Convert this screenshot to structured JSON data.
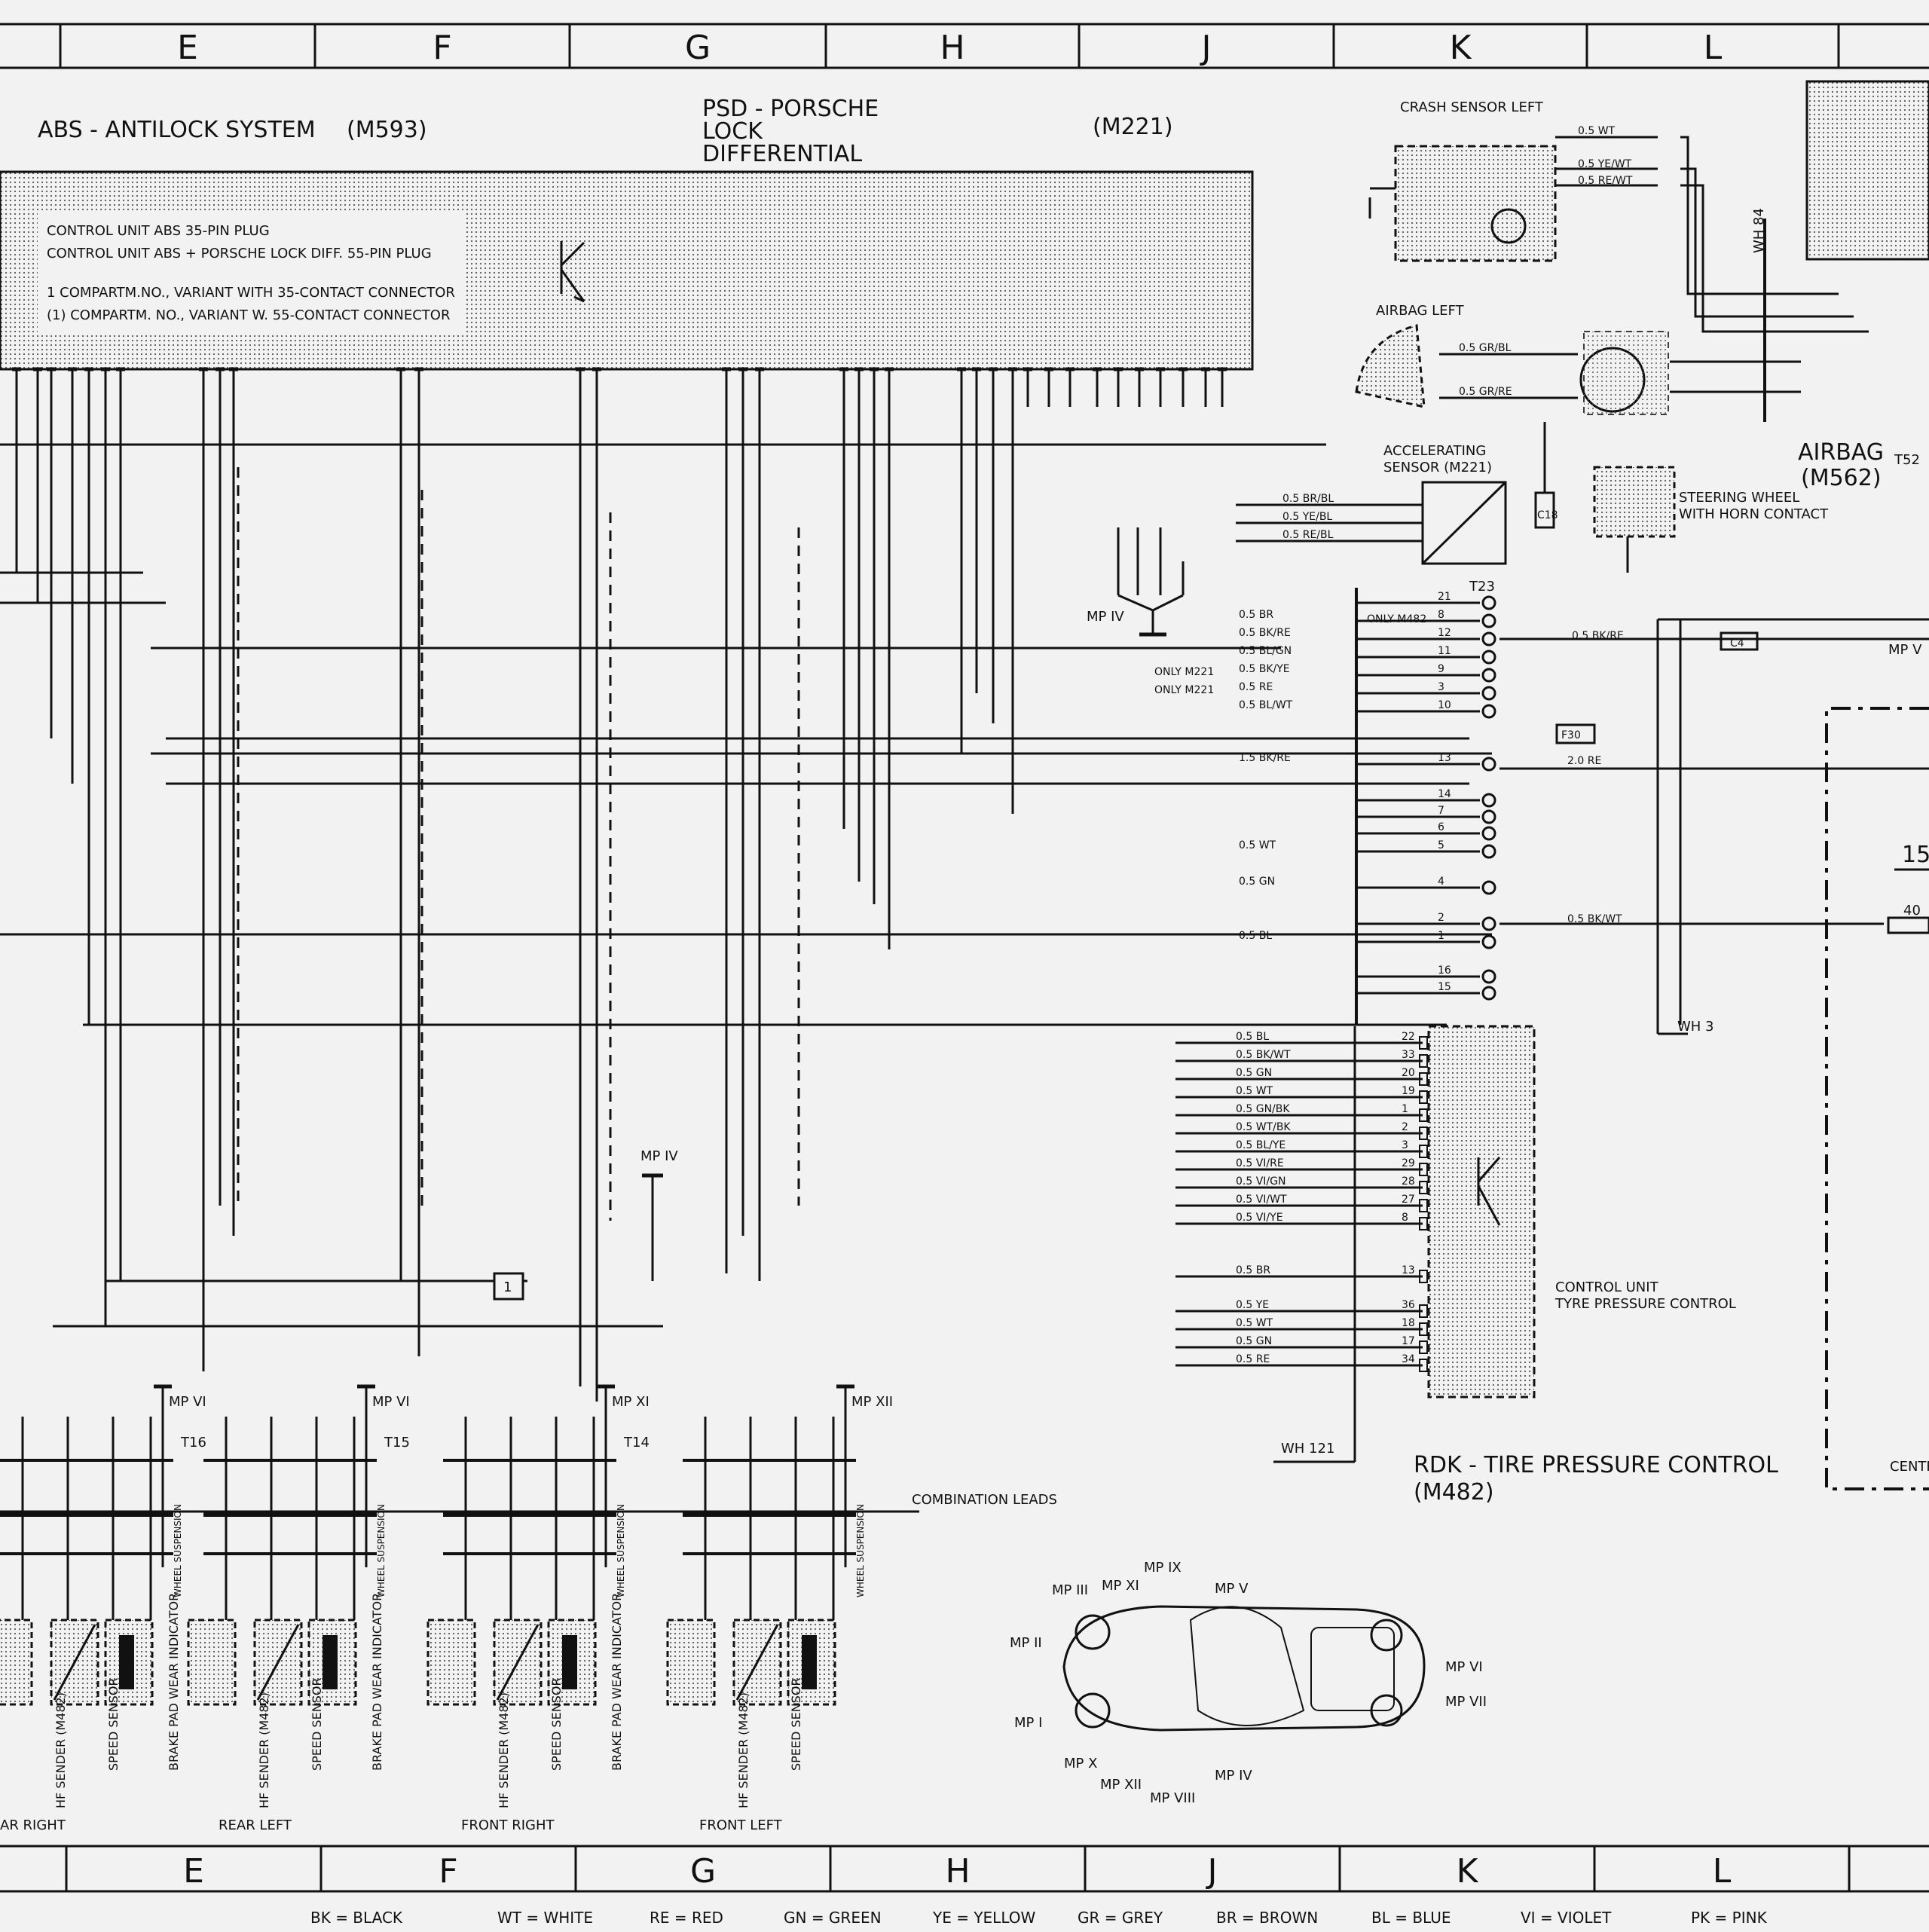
{
  "grid_columns": [
    "E",
    "F",
    "G",
    "H",
    "J",
    "K",
    "L"
  ],
  "titles": {
    "abs": "ABS - ANTILOCK SYSTEM",
    "abs_code": "(M593)",
    "psd_line1": "PSD - PORSCHE",
    "psd_line2": "LOCK",
    "psd_line3": "DIFFERENTIAL",
    "psd_code": "(M221)",
    "rdk_line1": "RDK - TIRE PRESSURE CONTROL",
    "rdk_line2": "(M482)",
    "airbag_line1": "AIRBAG",
    "airbag_line2": "(M562)"
  },
  "control_unit_notes": [
    "CONTROL UNIT ABS          35-PIN PLUG",
    "CONTROL UNIT ABS + PORSCHE LOCK DIFF. 55-PIN PLUG",
    "1 COMPARTM.NO., VARIANT WITH 35-CONTACT CONNECTOR",
    "(1) COMPARTM. NO., VARIANT W. 55-CONTACT CONNECTOR"
  ],
  "component_labels": {
    "crash_sensor": "CRASH SENSOR LEFT",
    "airbag_left": "AIRBAG LEFT",
    "accel_sensor_1": "ACCELERATING",
    "accel_sensor_2": "SENSOR (M221)",
    "steering_wheel_1": "STEERING WHEEL",
    "steering_wheel_2": "WITH HORN CONTACT",
    "tpc_unit_1": "CONTROL UNIT",
    "tpc_unit_2": "TYRE PRESSURE CONTROL",
    "combination_leads": "COMBINATION LEADS",
    "t23": "T23",
    "t52": "T52",
    "wh84": "WH 84",
    "wh3": "WH 3",
    "wh121": "WH 121",
    "mp_iv_top": "MP IV",
    "mp_iv_mid": "MP IV",
    "mp_v_right": "MP V",
    "f30": "F30",
    "c4": "C4",
    "c18": "C18",
    "centr": "CENTR",
    "fifteen": "15",
    "forty": "40",
    "only_m482": "ONLY M482",
    "only_m221_a": "ONLY M221",
    "only_m221_b": "ONLY M221"
  },
  "wire_labels_t23": [
    "0.5 BR",
    "0.5 BK/RE",
    "0.5 BL/GN",
    "0.5 BK/YE",
    "0.5 RE",
    "0.5 BL/WT",
    "1.5 BK/RE",
    "0.5 WT",
    "0.5 GN",
    "0.5 BL"
  ],
  "t23_pins": [
    "21",
    "8",
    "12",
    "11",
    "9",
    "3",
    "10",
    "13",
    "14",
    "7",
    "6",
    "5",
    "4",
    "2",
    "1",
    "16",
    "15"
  ],
  "wire_labels_tpc": [
    "0.5 BL",
    "0.5 BK/WT",
    "0.5 GN",
    "0.5 WT",
    "0.5 GN/BK",
    "0.5 WT/BK",
    "0.5 BL/YE",
    "0.5 VI/RE",
    "0.5 VI/GN",
    "0.5 VI/WT",
    "0.5 VI/YE",
    "0.5 BR",
    "0.5 YE",
    "0.5 WT",
    "0.5 GN",
    "0.5 RE"
  ],
  "tpc_pins": [
    "22",
    "33",
    "20",
    "19",
    "1",
    "2",
    "3",
    "29",
    "28",
    "27",
    "8",
    "13",
    "36",
    "18",
    "17",
    "34"
  ],
  "accel_wires": [
    "0.5 BR/BL",
    "0.5 YE/BL",
    "0.5 RE/BL"
  ],
  "crash_wires": [
    "0.5 WT",
    "0.5 YE/WT",
    "0.5 RE/WT"
  ],
  "airbag_wires": [
    "0.5 GR/BL",
    "0.5 GR/RE"
  ],
  "right_wires": [
    "0.5 BK/RE",
    "2.0 RE",
    "0.5 BK/WT"
  ],
  "wheel_groups": [
    {
      "terminal": "T16",
      "mp": "MP VI"
    },
    {
      "terminal": "T15",
      "mp": "MP VI"
    },
    {
      "terminal": "T14",
      "mp": "MP XI"
    },
    {
      "terminal": "",
      "mp": "MP XII"
    }
  ],
  "sensor_labels": {
    "hf_sender": "HF SENDER (M482)",
    "speed_sensor": "SPEED SENSOR",
    "brake_pad": "BRAKE PAD WEAR INDICATOR",
    "wheel_suspension": "WHEEL SUSPENSION"
  },
  "positions": [
    "AR RIGHT",
    "REAR LEFT",
    "FRONT RIGHT",
    "FRONT LEFT"
  ],
  "measuring_points": [
    "MP III",
    "MP XI",
    "MP IX",
    "MP V",
    "MP II",
    "MP I",
    "MP X",
    "MP XII",
    "MP VIII",
    "MP IV",
    "MP VI",
    "MP VII"
  ],
  "color_legend": [
    "BK = BLACK",
    "WT = WHITE",
    "RE = RED",
    "GN = GREEN",
    "YE = YELLOW",
    "GR = GREY",
    "BR = BROWN",
    "BL = BLUE",
    "VI = VIOLET",
    "PK = PINK"
  ]
}
